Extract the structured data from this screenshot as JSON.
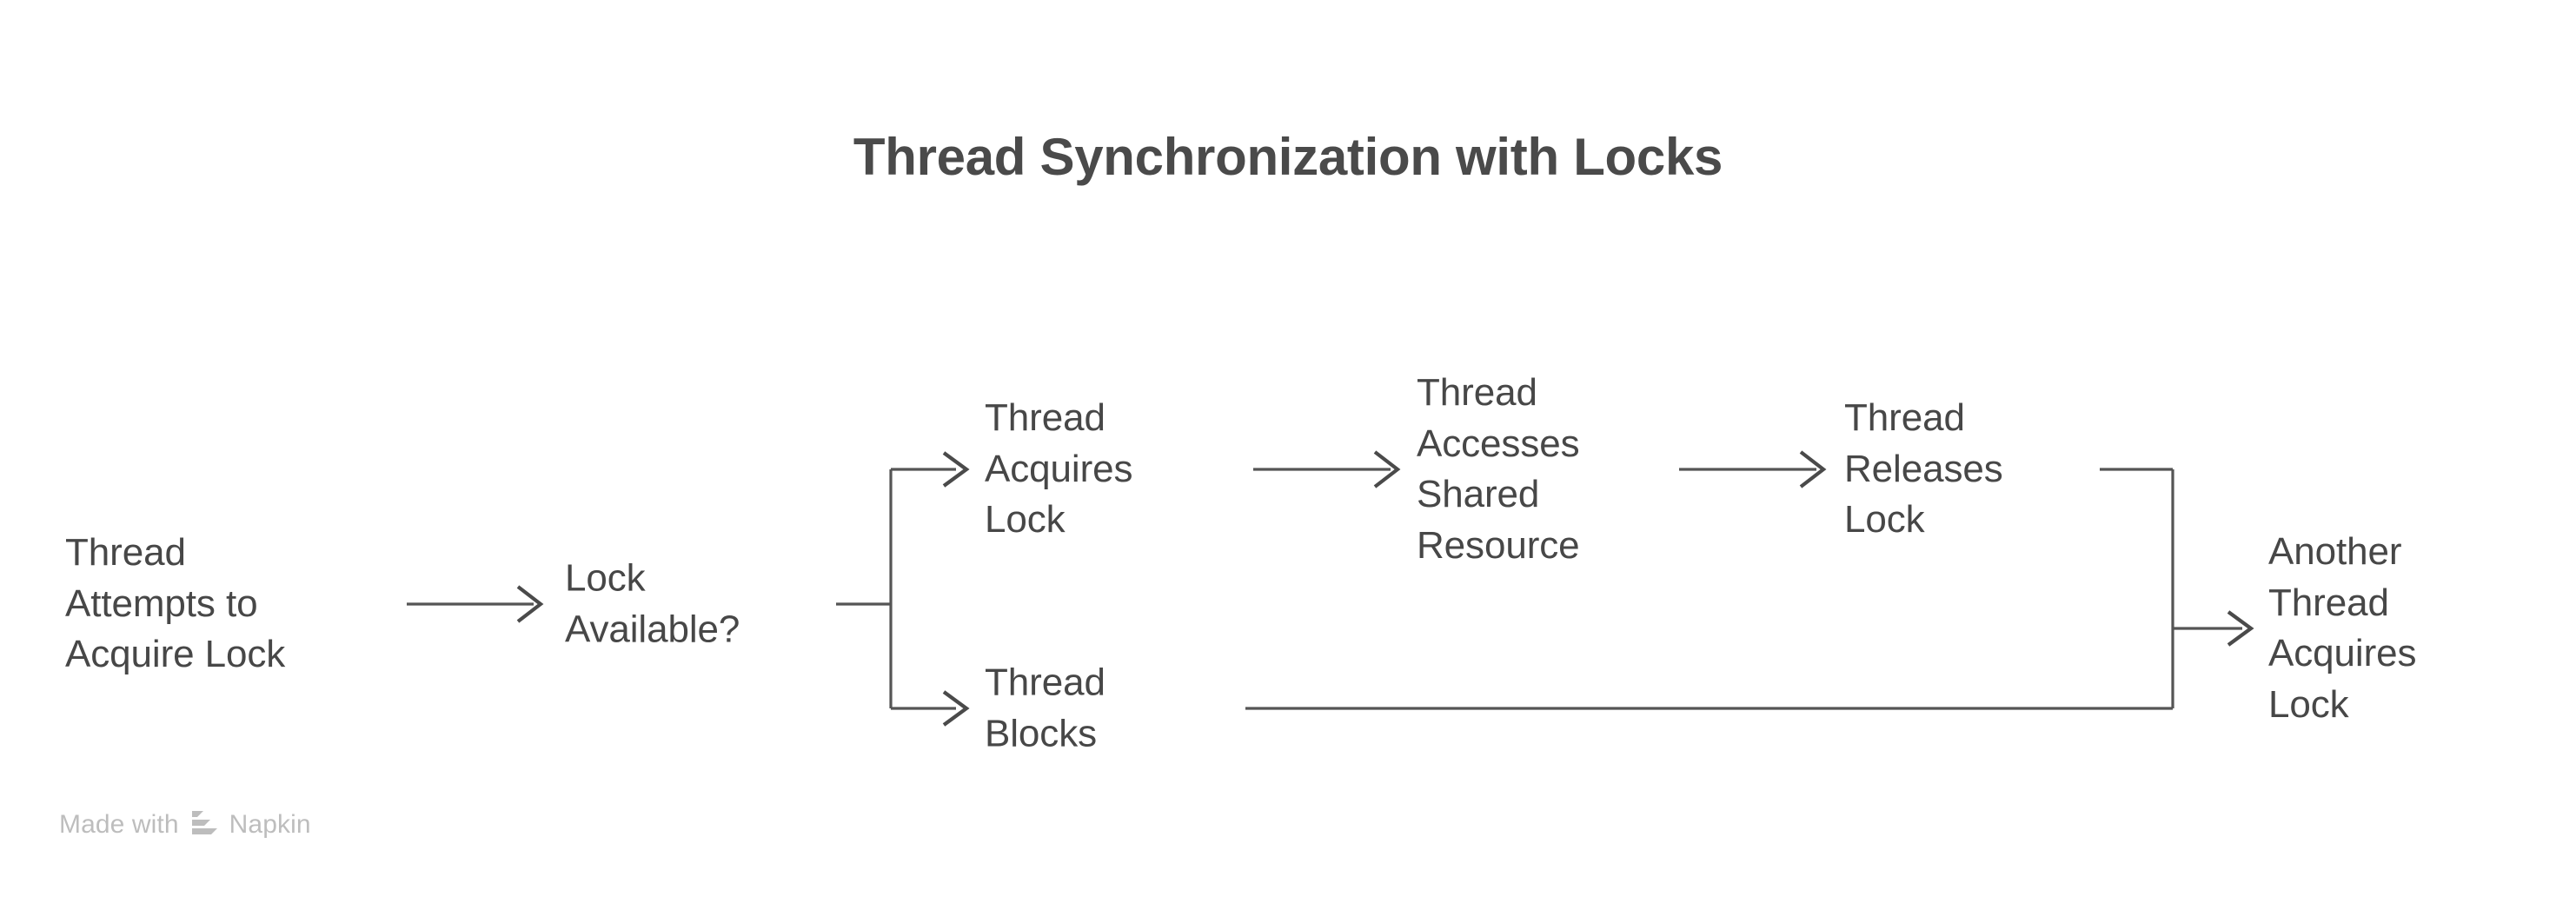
{
  "diagram": {
    "title": "Thread Synchronization with Locks",
    "type": "flowchart",
    "background_color": "#ffffff",
    "text_color": "#474747",
    "line_color": "#555555",
    "nodes": [
      {
        "id": "thread-attempts",
        "label": "Thread\nAttempts to\nAcquire Lock"
      },
      {
        "id": "lock-available",
        "label": "Lock\nAvailable?"
      },
      {
        "id": "thread-acquires",
        "label": "Thread\nAcquires\nLock"
      },
      {
        "id": "thread-accesses",
        "label": "Thread\nAccesses\nShared\nResource"
      },
      {
        "id": "thread-releases",
        "label": "Thread\nReleases\nLock"
      },
      {
        "id": "thread-blocks",
        "label": "Thread\nBlocks"
      },
      {
        "id": "another-thread",
        "label": "Another\nThread\nAcquires\nLock"
      }
    ],
    "edges": [
      {
        "from": "thread-attempts",
        "to": "lock-available",
        "style": "arrow"
      },
      {
        "from": "lock-available",
        "to": "thread-acquires",
        "style": "branch-arrow"
      },
      {
        "from": "lock-available",
        "to": "thread-blocks",
        "style": "branch-arrow"
      },
      {
        "from": "thread-acquires",
        "to": "thread-accesses",
        "style": "arrow"
      },
      {
        "from": "thread-accesses",
        "to": "thread-releases",
        "style": "arrow"
      },
      {
        "from": "thread-releases",
        "to": "another-thread",
        "style": "merge-arrow"
      },
      {
        "from": "thread-blocks",
        "to": "another-thread",
        "style": "merge-arrow"
      }
    ]
  },
  "footer": {
    "made_with_label": "Made with",
    "brand_label": "Napkin",
    "logo_color": "#bdbdbd"
  }
}
